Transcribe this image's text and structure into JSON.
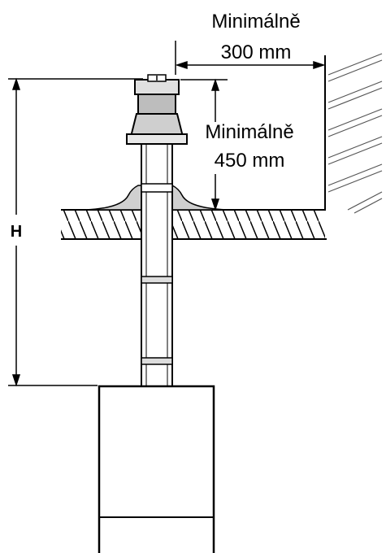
{
  "labels": {
    "wall_clearance_line1": "Minimálně",
    "wall_clearance_line2": "300 mm",
    "roof_clearance_line1": "Minimálně",
    "roof_clearance_line2": "450 mm",
    "height": "H"
  }
}
